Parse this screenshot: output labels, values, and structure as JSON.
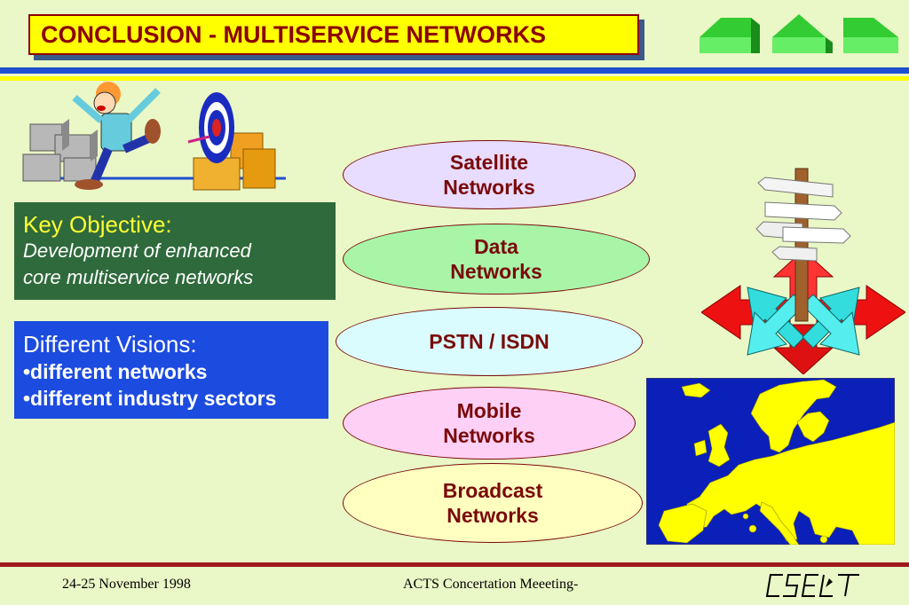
{
  "header": {
    "title": "CONCLUSION - MULTISERVICE NETWORKS"
  },
  "key_objective": {
    "heading": "Key Objective:",
    "line1": "Development of enhanced",
    "line2": "core multiservice networks"
  },
  "visions": {
    "heading": "Different Visions:",
    "items": [
      "•different networks",
      "•different industry sectors"
    ]
  },
  "networks": [
    {
      "label": "Satellite\nNetworks",
      "color": "#e8dcff"
    },
    {
      "label": "Data\nNetworks",
      "color": "#a8f5a8"
    },
    {
      "label": "PSTN / ISDN",
      "color": "#dbfcff"
    },
    {
      "label": "Mobile\nNetworks",
      "color": "#ffd0f5"
    },
    {
      "label": "Broadcast\nNetworks",
      "color": "#ffffbf"
    }
  ],
  "footer": {
    "date": "24-25 November 1998",
    "event": "ACTS Concertation Meeeting-",
    "logo_text": "CSELT"
  },
  "colors": {
    "background": "#eaf7c6",
    "title_fill": "#ffff00",
    "title_text": "#8b0000",
    "key_box": "#2f6a3c",
    "visions_box": "#1c4be0",
    "map_sea": "#0b20b8",
    "map_land": "#ffff00"
  }
}
